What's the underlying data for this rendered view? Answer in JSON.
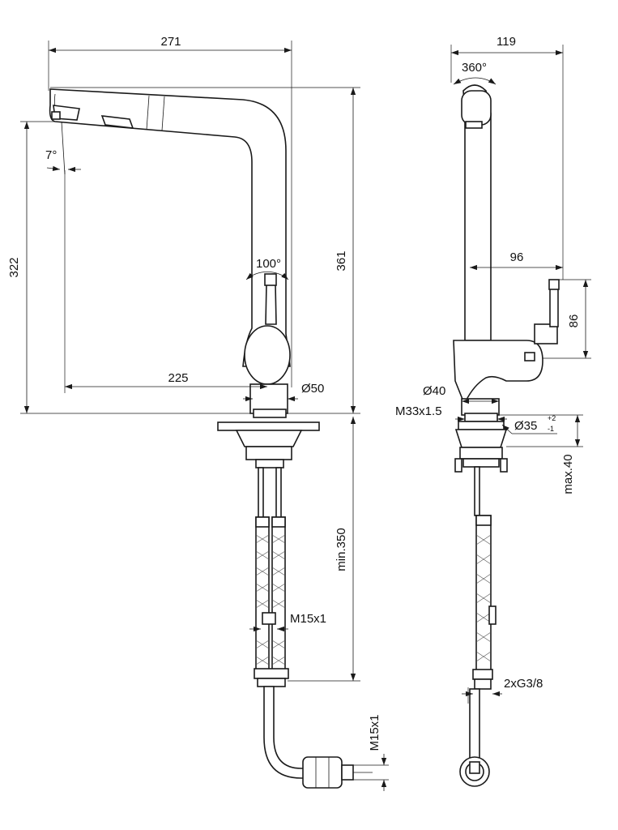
{
  "dimensions": {
    "width_overall": "271",
    "height_322": "322",
    "height_361": "361",
    "reach_225": "225",
    "spout_angle": "7°",
    "lever_angle": "100°",
    "base_dia_50": "Ø50",
    "hose_thread_front": "M15x1",
    "min_length": "min.350",
    "hose_end_thread": "M15x1",
    "side_width": "119",
    "swivel": "360°",
    "lever_offset": "96",
    "lever_height": "86",
    "base_dia_40": "Ø40",
    "shank_thread": "M33x1.5",
    "hole_dia": "Ø35",
    "hole_tol_plus": "+2",
    "hole_tol_minus": "-1",
    "max_deck": "max.40",
    "connections": "2xG3/8"
  }
}
